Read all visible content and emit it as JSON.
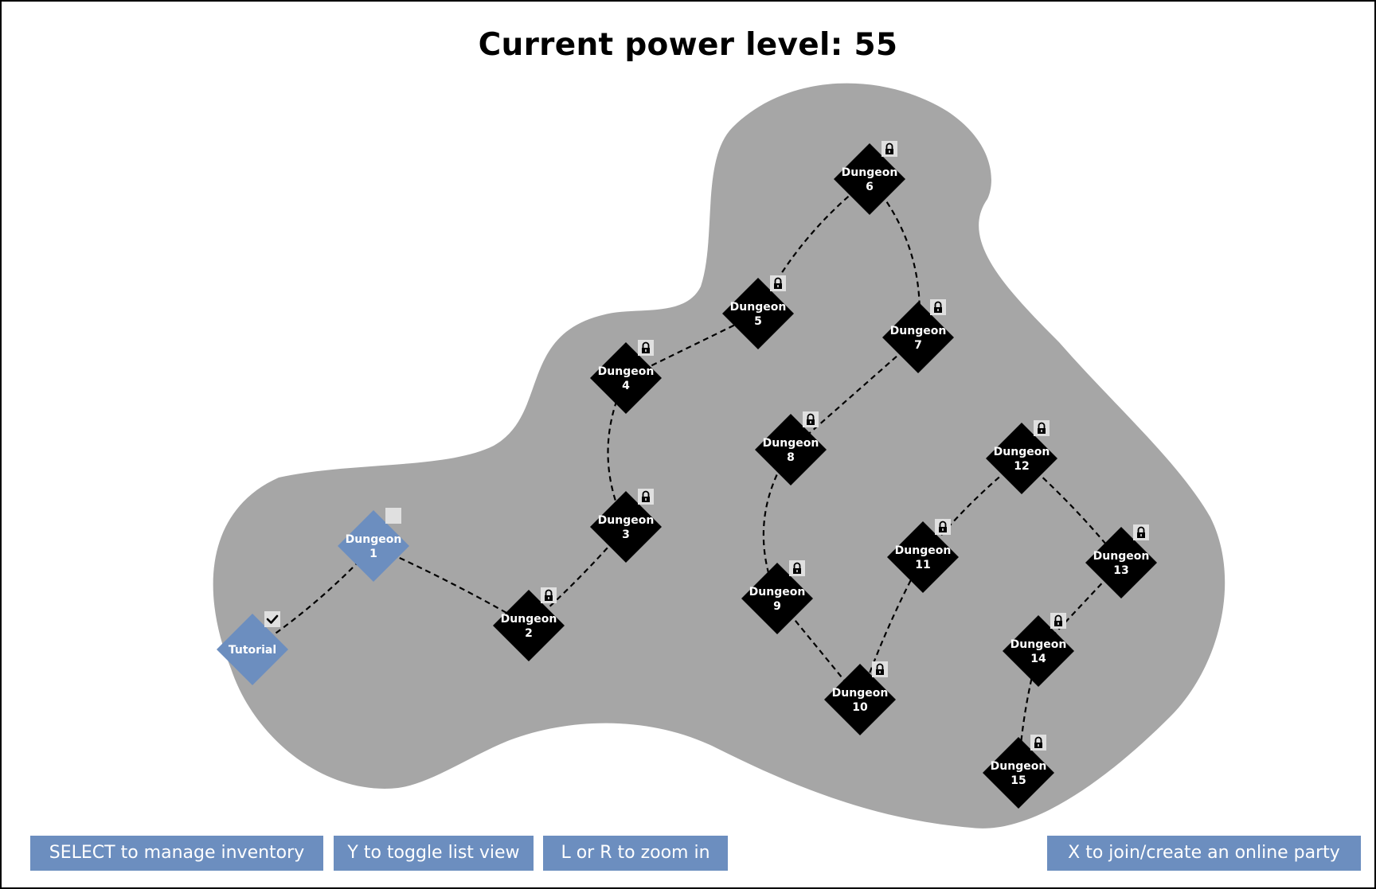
{
  "header": {
    "title": "Current power level: 55"
  },
  "colors": {
    "island": "#a6a6a6",
    "completed": "#6c8ebf",
    "locked": "#000000",
    "button_bg": "#6c8ebf",
    "badge": "#e0e0e0"
  },
  "nodes": [
    {
      "id": "tutorial",
      "lines": [
        "Tutorial"
      ],
      "state": "completed",
      "badge": "check-icon"
    },
    {
      "id": "d1",
      "lines": [
        "Dungeon",
        "1"
      ],
      "state": "available",
      "badge": "empty-box-icon"
    },
    {
      "id": "d2",
      "lines": [
        "Dungeon",
        "2"
      ],
      "state": "locked",
      "badge": "lock-icon"
    },
    {
      "id": "d3",
      "lines": [
        "Dungeon",
        "3"
      ],
      "state": "locked",
      "badge": "lock-icon"
    },
    {
      "id": "d4",
      "lines": [
        "Dungeon",
        "4"
      ],
      "state": "locked",
      "badge": "lock-icon"
    },
    {
      "id": "d5",
      "lines": [
        "Dungeon",
        "5"
      ],
      "state": "locked",
      "badge": "lock-icon"
    },
    {
      "id": "d6",
      "lines": [
        "Dungeon",
        "6"
      ],
      "state": "locked",
      "badge": "lock-icon"
    },
    {
      "id": "d7",
      "lines": [
        "Dungeon",
        "7"
      ],
      "state": "locked",
      "badge": "lock-icon"
    },
    {
      "id": "d8",
      "lines": [
        "Dungeon",
        "8"
      ],
      "state": "locked",
      "badge": "lock-icon"
    },
    {
      "id": "d9",
      "lines": [
        "Dungeon",
        "9"
      ],
      "state": "locked",
      "badge": "lock-icon"
    },
    {
      "id": "d10",
      "lines": [
        "Dungeon",
        "10"
      ],
      "state": "locked",
      "badge": "lock-icon"
    },
    {
      "id": "d11",
      "lines": [
        "Dungeon",
        "11"
      ],
      "state": "locked",
      "badge": "lock-icon"
    },
    {
      "id": "d12",
      "lines": [
        "Dungeon",
        "12"
      ],
      "state": "locked",
      "badge": "lock-icon"
    },
    {
      "id": "d13",
      "lines": [
        "Dungeon",
        "13"
      ],
      "state": "locked",
      "badge": "lock-icon"
    },
    {
      "id": "d14",
      "lines": [
        "Dungeon",
        "14"
      ],
      "state": "locked",
      "badge": "lock-icon"
    },
    {
      "id": "d15",
      "lines": [
        "Dungeon",
        "15"
      ],
      "state": "locked",
      "badge": "lock-icon"
    }
  ],
  "edges": [
    [
      "tutorial",
      "d1"
    ],
    [
      "d1",
      "d2"
    ],
    [
      "d2",
      "d3"
    ],
    [
      "d3",
      "d4"
    ],
    [
      "d4",
      "d5"
    ],
    [
      "d5",
      "d6"
    ],
    [
      "d6",
      "d7"
    ],
    [
      "d7",
      "d8"
    ],
    [
      "d8",
      "d9"
    ],
    [
      "d9",
      "d10"
    ],
    [
      "d10",
      "d11"
    ],
    [
      "d11",
      "d12"
    ],
    [
      "d12",
      "d13"
    ],
    [
      "d13",
      "d14"
    ],
    [
      "d14",
      "d15"
    ]
  ],
  "buttons": {
    "inventory": "SELECT to manage inventory",
    "list_view": "Y to toggle list view",
    "zoom": "L or R to zoom in",
    "party": "X to join/create an online party"
  }
}
